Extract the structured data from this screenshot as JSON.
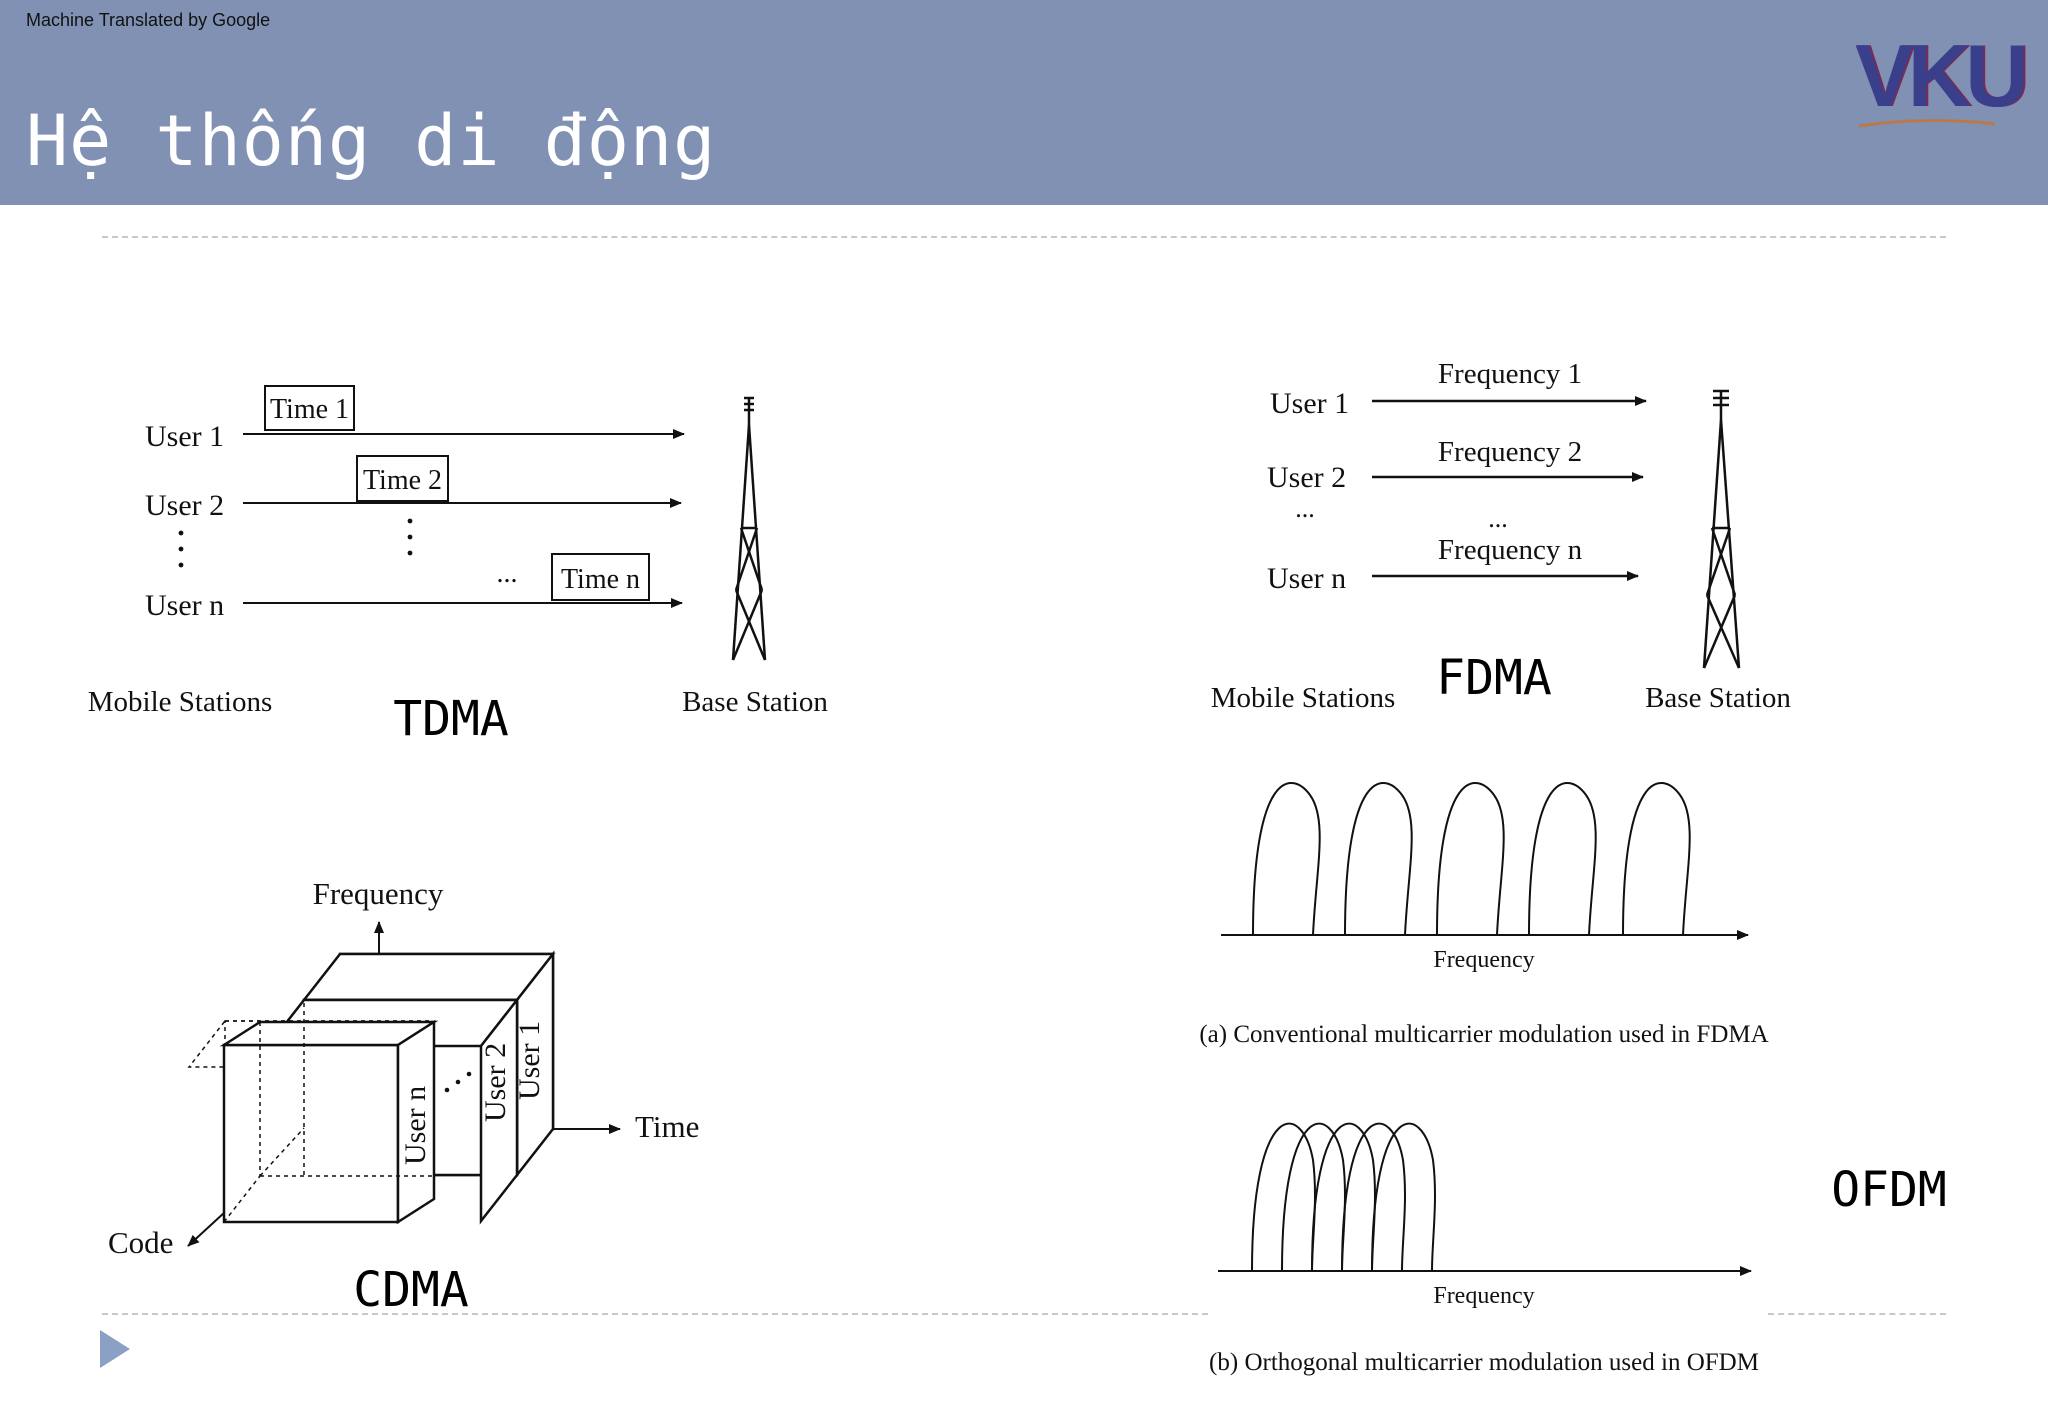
{
  "header": {
    "machine_translated_note": "Machine Translated by Google",
    "title": "Hệ thống di động",
    "logo_text": "VKU"
  },
  "colors": {
    "header_bg": "#8091b4",
    "title_text": "#ffffff",
    "logo_primary": "#3a3f8c",
    "logo_secondary": "#7a2a55",
    "nav_arrow": "#8aa0c4"
  },
  "tdma": {
    "name": "TDMA",
    "users": [
      "User 1",
      "User 2",
      "User n"
    ],
    "time_slots": [
      "Time 1",
      "Time 2",
      "Time n"
    ],
    "ellipsis": "...",
    "mobile_label": "Mobile Stations",
    "base_label": "Base Station"
  },
  "fdma": {
    "name": "FDMA",
    "users": [
      "User 1",
      "User 2",
      "User n"
    ],
    "frequencies": [
      "Frequency 1",
      "Frequency 2",
      "Frequency n"
    ],
    "ellipsis": "...",
    "mobile_label": "Mobile Stations",
    "base_label": "Base Station"
  },
  "cdma": {
    "name": "CDMA",
    "axis_frequency": "Frequency",
    "axis_time": "Time",
    "axis_code": "Code",
    "users": [
      "User 1",
      "User 2",
      "User n"
    ]
  },
  "ofdm": {
    "name": "OFDM",
    "panel_a_axis": "Frequency",
    "panel_a_caption": "(a) Conventional multicarrier modulation used in FDMA",
    "panel_b_axis": "Frequency",
    "panel_b_caption": "(b) Orthogonal multicarrier modulation used in OFDM"
  },
  "footer": {
    "nav_icon": "triangle-right-icon"
  }
}
